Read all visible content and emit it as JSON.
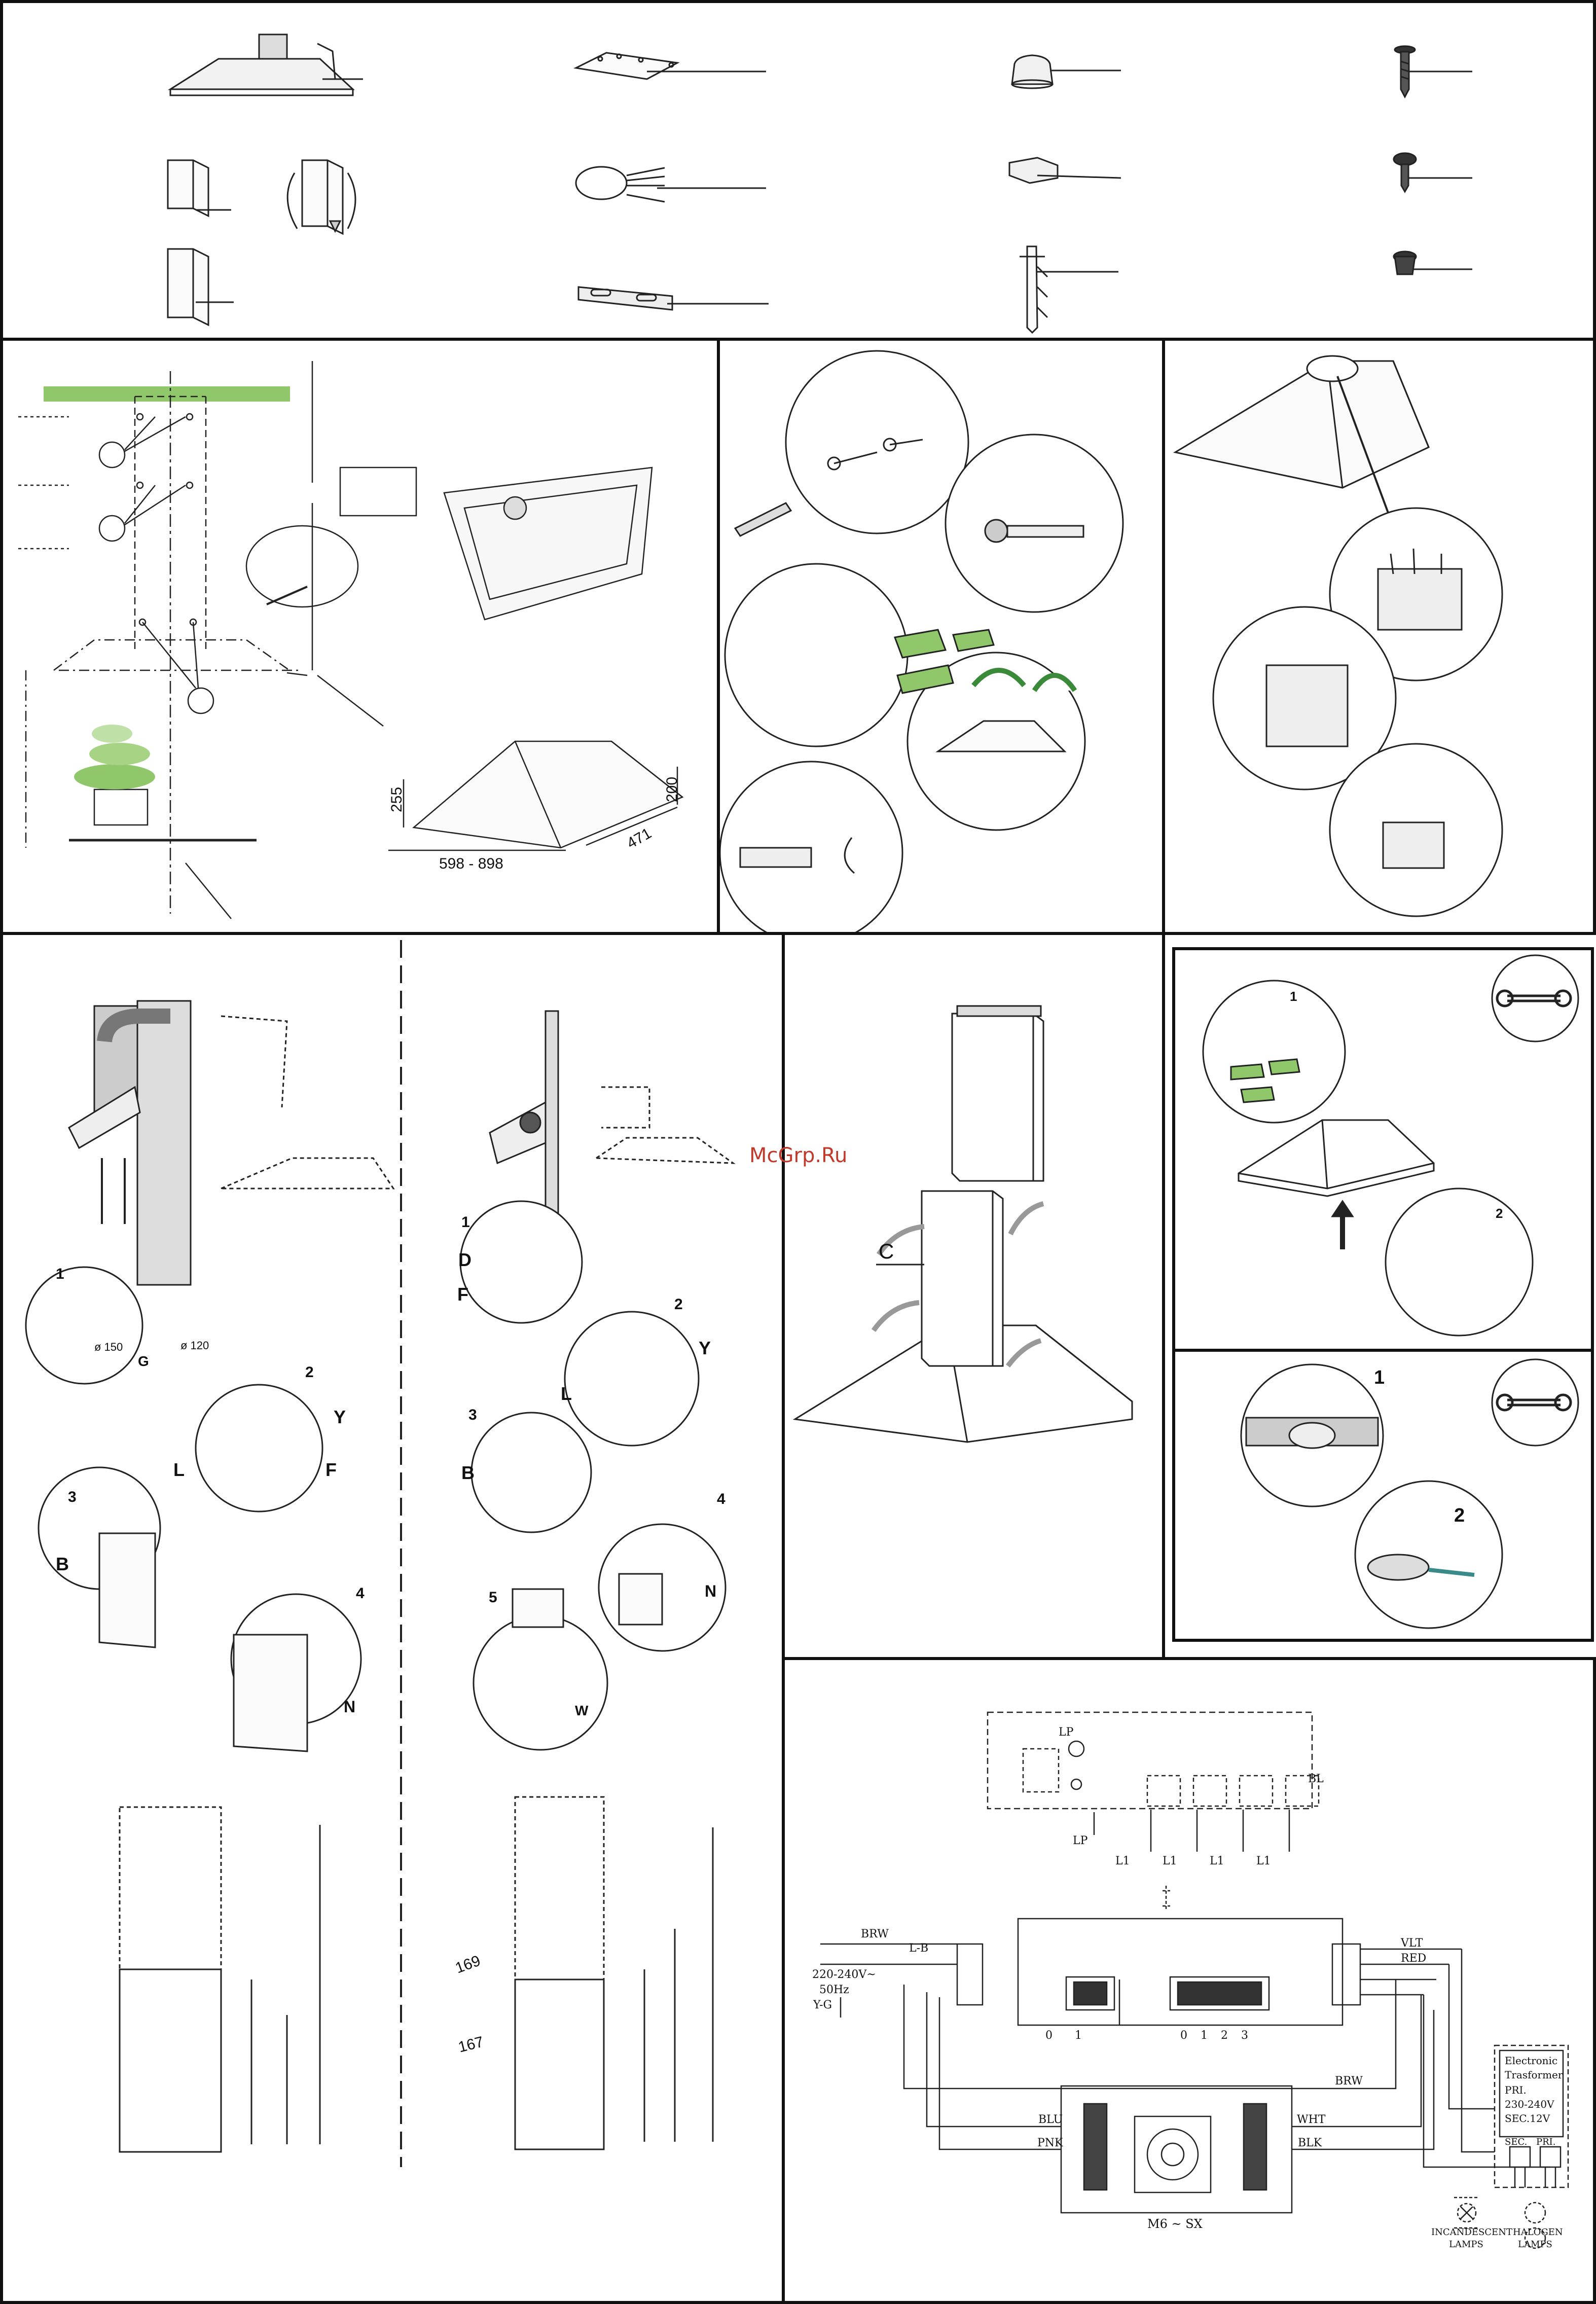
{
  "watermark": "McGrp.Ru",
  "installation": {
    "dimensions": {
      "height_front": "255",
      "width": "598 - 898",
      "depth": "471",
      "height_back": "200"
    }
  },
  "ducting": {
    "ducted_steps": {
      "s1": "1",
      "s2": "2",
      "s3": "3",
      "s4": "4"
    },
    "duct_diameters": {
      "d150": "ø 150",
      "d120": "ø 120"
    },
    "ducted_letters": {
      "G": "G",
      "Y": "Y",
      "L": "L",
      "F": "F",
      "B": "B",
      "N": "N"
    },
    "recirc_steps": {
      "s1": "1",
      "s2": "2",
      "s3": "3",
      "s4": "4",
      "s5": "5"
    },
    "recirc_letters": {
      "D": "D",
      "F": "F",
      "Y": "Y",
      "L": "L",
      "B": "B",
      "N": "N",
      "W": "W"
    },
    "chimney_dims": {
      "d169": "169",
      "d167": "167"
    }
  },
  "chimney_label": "C",
  "maintenance": {
    "filter_steps": {
      "s1": "1",
      "s2": "2"
    },
    "lamp_steps": {
      "s1": "1",
      "s2": "2"
    }
  },
  "wiring": {
    "lp": "LP",
    "lp_bottom": "LP",
    "l1": [
      "L1",
      "L1",
      "L1",
      "L1"
    ],
    "bl": "BL",
    "brw_left": "BRW",
    "lb": "L-B",
    "supply": "220-240V~",
    "freq": "50Hz",
    "ground": "Y-G",
    "switch_left": [
      "0",
      "1"
    ],
    "switch_right": [
      "0",
      "1",
      "2",
      "3"
    ],
    "brw_bottom": "BRW",
    "vlt": "VLT",
    "red": "RED",
    "blu": "BLU",
    "pnk": "PNK",
    "wht": "WHT",
    "blk": "BLK",
    "motor": "M6 ~ SX",
    "transformer": [
      "Electronic",
      "Trasformer",
      "PRI.",
      "230-240V",
      "SEC.12V"
    ],
    "sec": "SEC.",
    "pri": "PRI.",
    "incandescent": [
      "INCANDESCENT",
      "LAMPS"
    ],
    "halogen": [
      "HALOGEN",
      "LAMPS"
    ]
  }
}
